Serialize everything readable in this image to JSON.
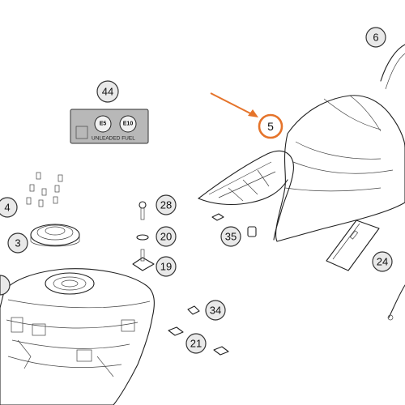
{
  "diagram": {
    "callouts": [
      "6",
      "44",
      "5",
      "28",
      "4",
      "20",
      "3",
      "35",
      "19",
      "24",
      "34",
      "21"
    ],
    "highlighted_callout": "5",
    "highlight_color": "#e5742b",
    "fuel_label": {
      "badges": [
        "E5",
        "E10"
      ],
      "text": "UNLEADED FUEL"
    }
  }
}
